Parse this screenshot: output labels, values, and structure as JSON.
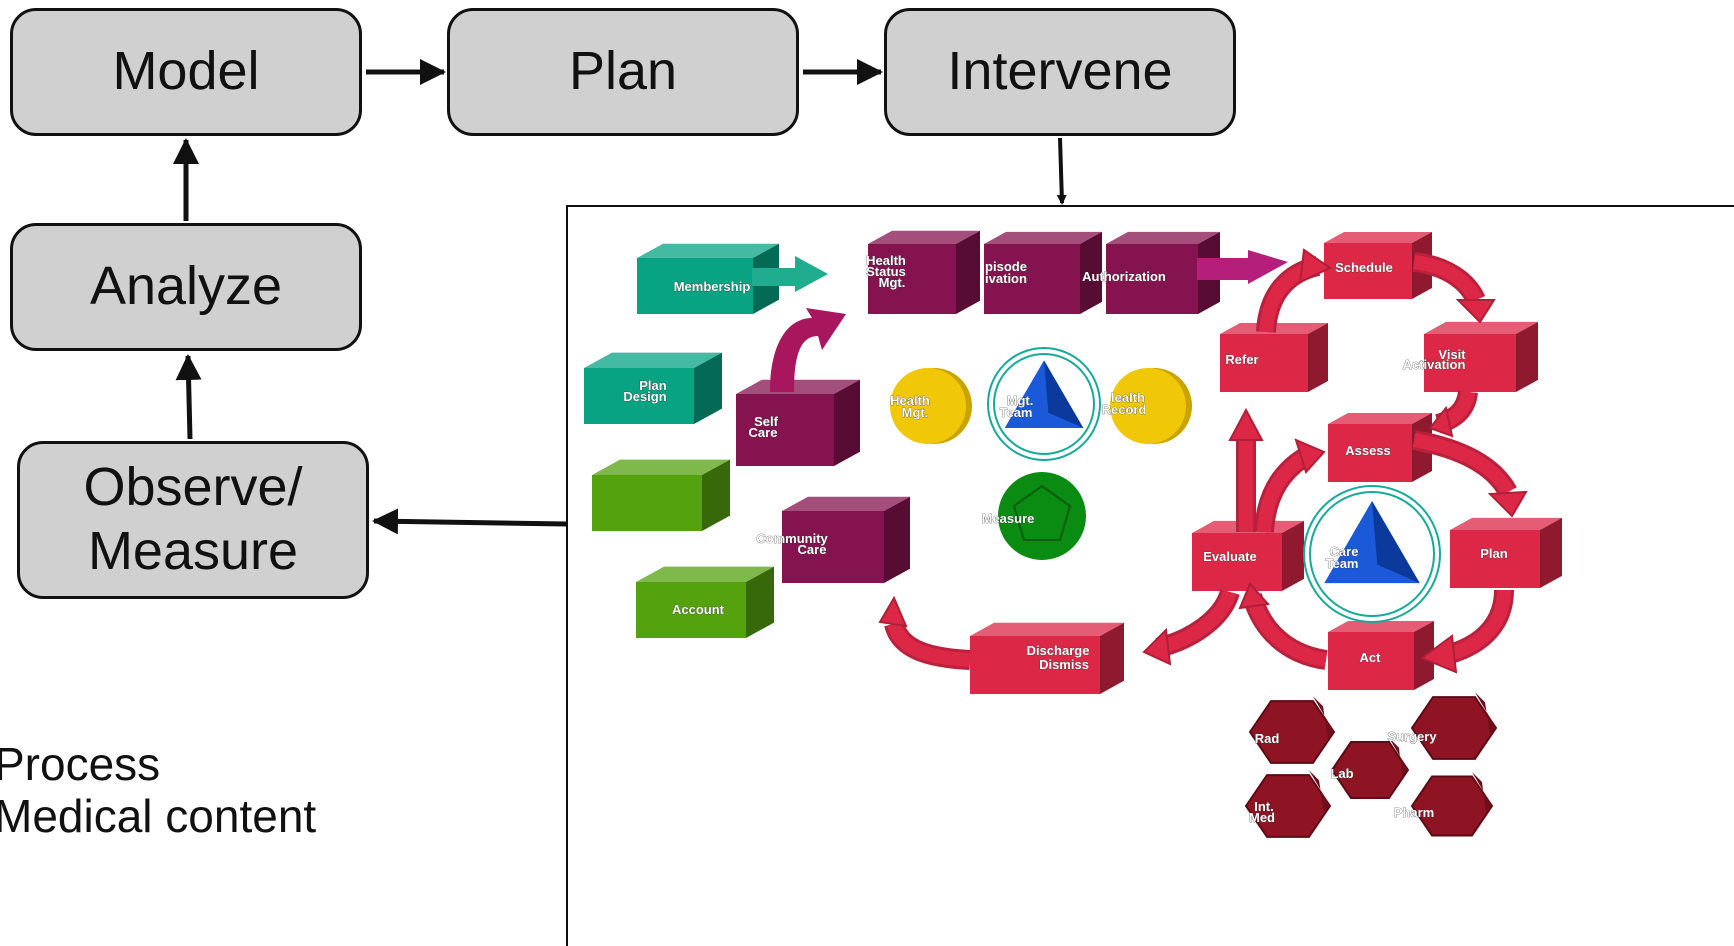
{
  "flow": {
    "model": "Model",
    "plan": "Plan",
    "intervene": "Intervene",
    "analyze": "Analyze",
    "observe_line1": "Observe/",
    "observe_line2": "Measure"
  },
  "legend": {
    "process": "Process",
    "medical_content": "Medical content"
  },
  "inset": {
    "admin_labels": {
      "membership": "Membership",
      "plan_design_1": "Plan",
      "plan_design_2": "Design",
      "account": "Account"
    },
    "management_labels": {
      "health_status_1": "Health",
      "health_status_2": "Status",
      "health_status_3": "Mgt.",
      "episode_1": "pisode",
      "episode_2": "ivation",
      "authorization": "Authorization",
      "self_care_1": "Self",
      "self_care_2": "Care",
      "community_1": "Community",
      "community_2": "Care"
    },
    "center_labels": {
      "health_mgt_1": "Health",
      "health_mgt_2": "Mgt.",
      "mgt_team_1": "Mgt.",
      "mgt_team_2": "Team",
      "health_record_1": "lealth",
      "health_record_2": "Record",
      "measure": "Measure"
    },
    "care_cycle_labels": {
      "schedule": "Schedule",
      "refer": "Refer",
      "visit_1": "Visit",
      "visit_2": "Activation",
      "assess": "Assess",
      "evaluate": "Evaluate",
      "plan": "Plan",
      "act": "Act",
      "care_team_1": "Care",
      "care_team_2": "Team",
      "discharge_1": "Discharge",
      "discharge_2": "Dismiss"
    },
    "department_labels": {
      "rad": "Rad",
      "surgery": "Surgery",
      "lab": "Lab",
      "int_med_1": "Int.",
      "int_med_2": "Med",
      "pharm": "Pharm"
    }
  },
  "colors": {
    "flow_box_fill": "#d0d0d0",
    "teal": "#07a383",
    "green": "#55a20f",
    "purple": "#85134f",
    "red": "#dc2746",
    "dark_red": "#8e1423",
    "yellow": "#f0c808",
    "blue": "#1a5ad8",
    "measure_green": "#0a8c12"
  },
  "icons": [
    "arrow-right-icon",
    "arrow-up-icon",
    "arrow-left-icon",
    "arrow-down-icon",
    "curved-arrow-icon"
  ]
}
